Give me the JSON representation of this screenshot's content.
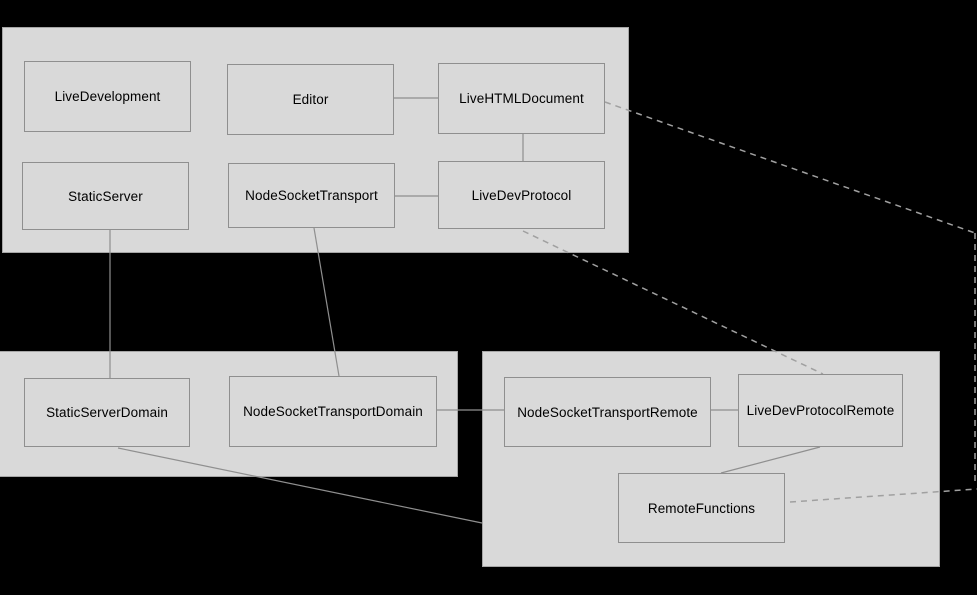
{
  "diagram_type": "architecture-diagram",
  "colors": {
    "background": "#000000",
    "group_fill": "#d9d9d9",
    "group_border": "#a6a6a6",
    "node_fill": "#d9d9d9",
    "node_border": "#8f8f8f",
    "edge_solid": "#8f8f8f",
    "edge_dashed": "#a0a0a0",
    "text": "#000000"
  },
  "nodes": [
    {
      "id": "live-development",
      "label": "LiveDevelopment"
    },
    {
      "id": "editor",
      "label": "Editor"
    },
    {
      "id": "live-html-document",
      "label": "LiveHTMLDocument"
    },
    {
      "id": "static-server",
      "label": "StaticServer"
    },
    {
      "id": "node-socket-transport",
      "label": "NodeSocketTransport"
    },
    {
      "id": "live-dev-protocol",
      "label": "LiveDevProtocol"
    },
    {
      "id": "static-server-domain",
      "label": "StaticServerDomain"
    },
    {
      "id": "node-socket-transport-domain",
      "label": "NodeSocketTransportDomain"
    },
    {
      "id": "node-socket-transport-remote",
      "label": "NodeSocketTransportRemote"
    },
    {
      "id": "live-dev-protocol-remote",
      "label": "LiveDevProtocolRemote"
    },
    {
      "id": "remote-functions",
      "label": "RemoteFunctions"
    }
  ],
  "edges": [
    {
      "from": "Editor",
      "to": "LiveHTMLDocument",
      "style": "solid"
    },
    {
      "from": "LiveHTMLDocument",
      "to": "LiveDevProtocol",
      "style": "solid"
    },
    {
      "from": "NodeSocketTransport",
      "to": "LiveDevProtocol",
      "style": "solid"
    },
    {
      "from": "StaticServer",
      "to": "StaticServerDomain",
      "style": "solid"
    },
    {
      "from": "NodeSocketTransport",
      "to": "NodeSocketTransportDomain",
      "style": "solid"
    },
    {
      "from": "NodeSocketTransportDomain",
      "to": "NodeSocketTransportRemote",
      "style": "solid"
    },
    {
      "from": "NodeSocketTransportRemote",
      "to": "LiveDevProtocolRemote",
      "style": "solid"
    },
    {
      "from": "LiveDevProtocolRemote",
      "to": "RemoteFunctions",
      "style": "solid"
    },
    {
      "from": "StaticServerDomain",
      "to": "remote-group",
      "style": "solid"
    },
    {
      "from": "LiveHTMLDocument",
      "to": "offscreen-right-box",
      "style": "dashed"
    },
    {
      "from": "LiveDevProtocol",
      "to": "LiveDevProtocolRemote",
      "style": "dashed"
    },
    {
      "from": "RemoteFunctions",
      "to": "offscreen-right-box",
      "style": "dashed"
    }
  ]
}
